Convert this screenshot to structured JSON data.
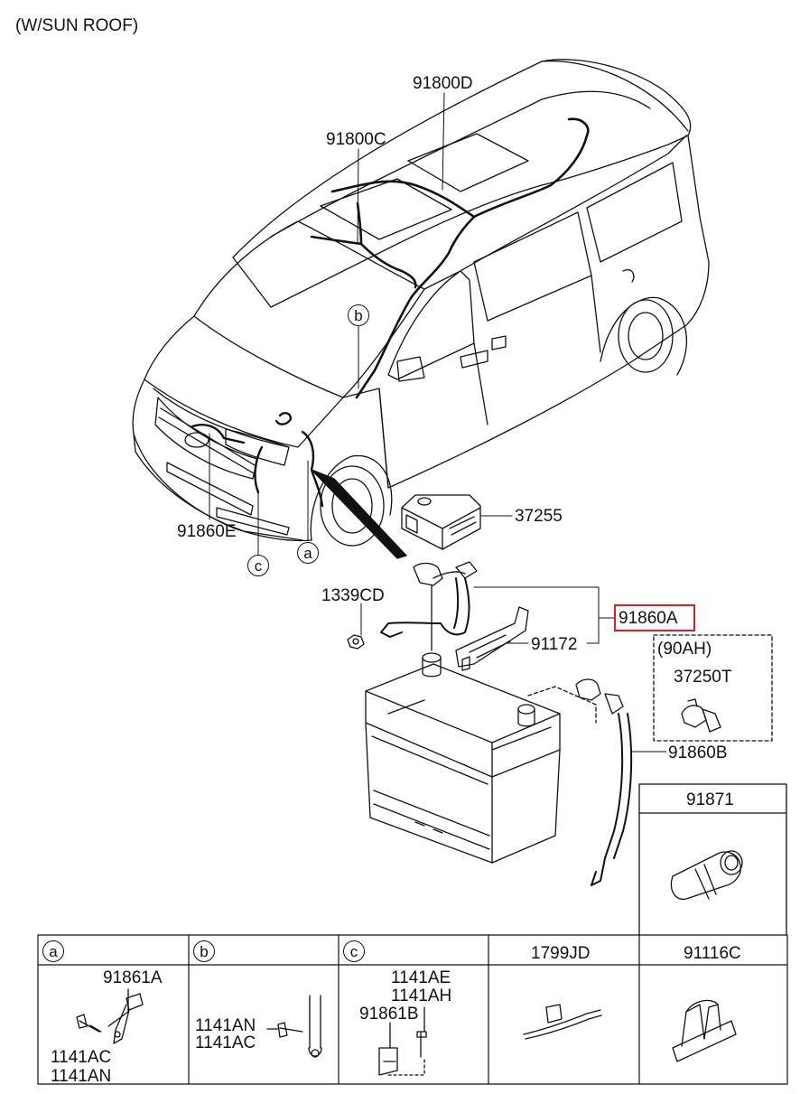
{
  "header": {
    "variant": "(W/SUN ROOF)"
  },
  "callouts": {
    "harness_d": "91800D",
    "harness_c": "91800C",
    "harness_e": "91860E",
    "cover": "37255",
    "nut": "1339CD",
    "cable_a": "91860A",
    "bracket": "91172",
    "option": "(90AH)",
    "sensor": "37250T",
    "cable_b": "91860B",
    "grommet_box": "91871"
  },
  "markers": {
    "a": "a",
    "b": "b",
    "c": "c"
  },
  "bottom_table": [
    {
      "key": "a",
      "circled": true,
      "labels": [
        "91861A",
        "1141AC",
        "1141AN"
      ]
    },
    {
      "key": "b",
      "circled": true,
      "labels": [
        "1141AN",
        "1141AC"
      ]
    },
    {
      "key": "c",
      "circled": true,
      "labels": [
        "1141AE",
        "1141AH",
        "91861B"
      ]
    },
    {
      "key": "1799JD",
      "circled": false,
      "labels": []
    },
    {
      "key": "91116C",
      "circled": false,
      "labels": []
    }
  ],
  "colors": {
    "line": "#111111",
    "highlight": "#d81e1e",
    "background": "#ffffff"
  }
}
